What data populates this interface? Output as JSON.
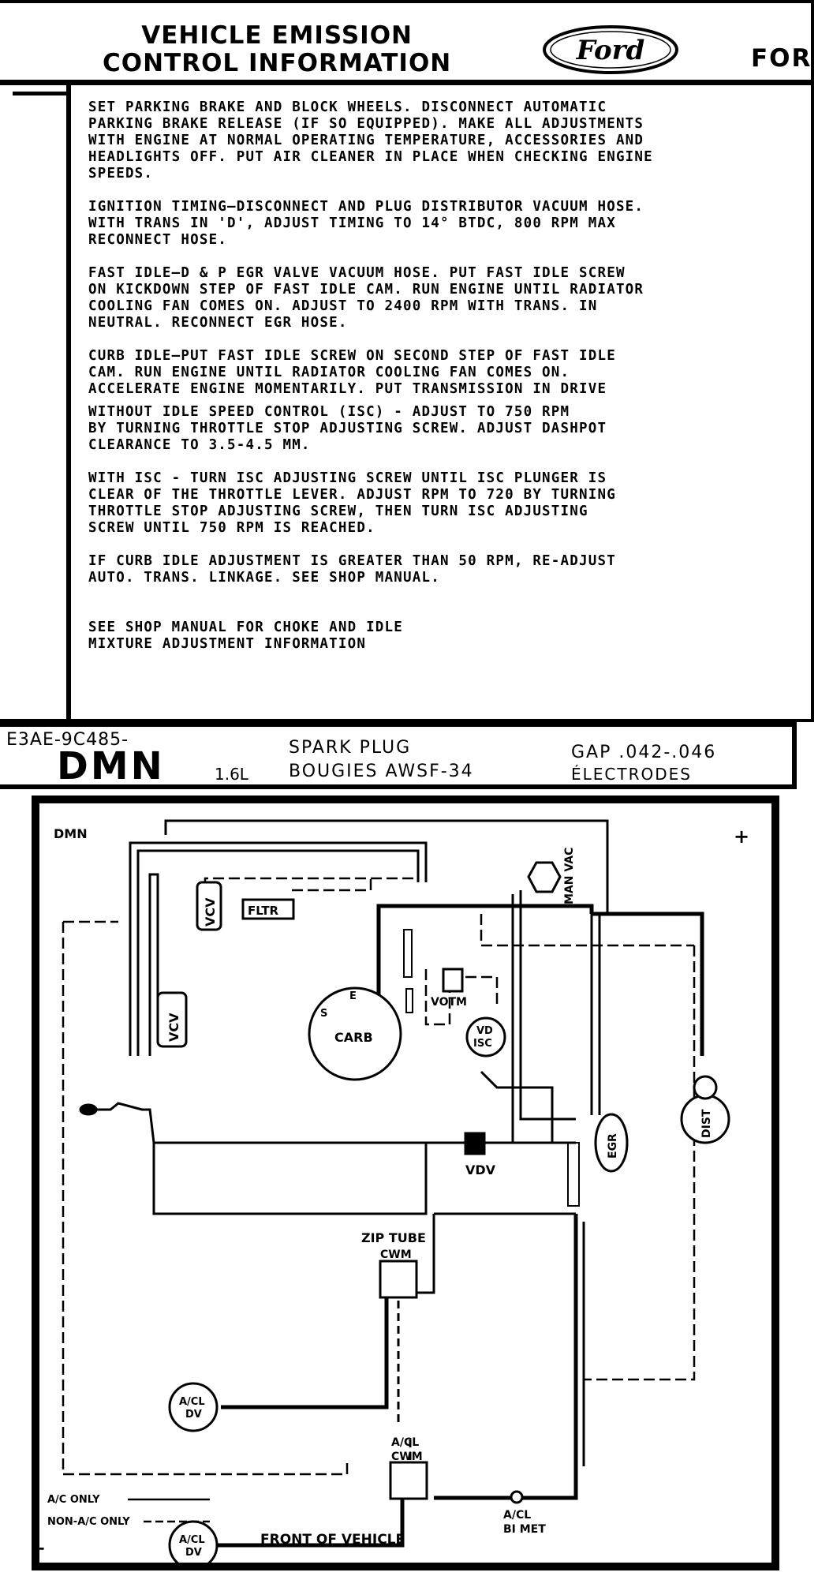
{
  "header": {
    "title_line1": "VEHICLE EMISSION",
    "title_line2": "CONTROL INFORMATION",
    "logo_text": "Ford",
    "right_text": "FOR"
  },
  "instructions": [
    "SET PARKING BRAKE AND BLOCK WHEELS. DISCONNECT AUTOMATIC\nPARKING BRAKE RELEASE (IF SO EQUIPPED). MAKE ALL ADJUSTMENTS\nWITH ENGINE AT NORMAL OPERATING TEMPERATURE, ACCESSORIES AND\nHEADLIGHTS OFF. PUT AIR CLEANER IN PLACE WHEN CHECKING ENGINE\nSPEEDS.",
    "IGNITION TIMING—DISCONNECT AND PLUG DISTRIBUTOR VACUUM HOSE.\nWITH TRANS IN 'D', ADJUST TIMING TO 14° BTDC, 800 RPM MAX\nRECONNECT HOSE.",
    "FAST IDLE—D & P EGR VALVE VACUUM HOSE. PUT FAST IDLE SCREW\nON KICKDOWN STEP OF FAST IDLE CAM. RUN ENGINE UNTIL RADIATOR\nCOOLING FAN COMES ON. ADJUST TO 2400 RPM WITH TRANS. IN\nNEUTRAL. RECONNECT EGR HOSE.",
    "CURB IDLE—PUT FAST IDLE SCREW ON SECOND STEP OF FAST IDLE\nCAM. RUN ENGINE UNTIL RADIATOR COOLING FAN COMES ON.\nACCELERATE ENGINE MOMENTARILY. PUT TRANSMISSION IN DRIVE",
    "WITHOUT IDLE SPEED CONTROL (ISC) - ADJUST TO 750 RPM\nBY TURNING THROTTLE STOP ADJUSTING SCREW. ADJUST DASHPOT\nCLEARANCE TO 3.5-4.5 MM.",
    "WITH ISC - TURN ISC ADJUSTING SCREW UNTIL ISC PLUNGER IS\nCLEAR OF THE THROTTLE LEVER. ADJUST RPM TO 720 BY TURNING\nTHROTTLE STOP ADJUSTING SCREW, THEN TURN ISC ADJUSTING\nSCREW UNTIL 750 RPM IS REACHED.",
    "IF CURB IDLE ADJUSTMENT IS GREATER THAN 50 RPM, RE-ADJUST\nAUTO. TRANS. LINKAGE. SEE SHOP MANUAL.",
    "SEE SHOP MANUAL FOR CHOKE AND IDLE\nMIXTURE ADJUSTMENT INFORMATION"
  ],
  "spec": {
    "code": "E3AE-9C485-",
    "code_big": "DMN",
    "displacement": "1.6L",
    "spark_plug_en": "SPARK PLUG",
    "spark_plug_fr": "BOUGIES AWSF-34",
    "gap_en": "GAP .042-.046",
    "gap_fr": "ÉLECTRODES"
  },
  "diagram": {
    "code_label": "DMN",
    "plus_mark": "+",
    "labels": {
      "vcv_upper": "VCV",
      "fltr": "FLTR",
      "vcv_lower": "VCV",
      "man_vac": "MAN VAC",
      "carb": "CARB",
      "port_s": "S",
      "port_e": "E",
      "votm": "VOTM",
      "vd": "VD",
      "isc": "ISC",
      "egr": "EGR",
      "dist": "DIST",
      "vdv": "VDV",
      "zip_tube": "ZIP TUBE",
      "cwm_upper": "CWM",
      "acl_dv_upper_1": "A/CL",
      "acl_dv_upper_2": "DV",
      "acl_cwm_1": "A/CL",
      "acl_cwm_2": "CWM",
      "acl_dv_lower_1": "A/CL",
      "acl_dv_lower_2": "DV",
      "acl_bimet_1": "A/CL",
      "acl_bimet_2": "BI MET",
      "legend_ac": "A/C ONLY",
      "legend_nonac": "NON-A/C ONLY",
      "front": "FRONT OF VEHICLE"
    }
  }
}
